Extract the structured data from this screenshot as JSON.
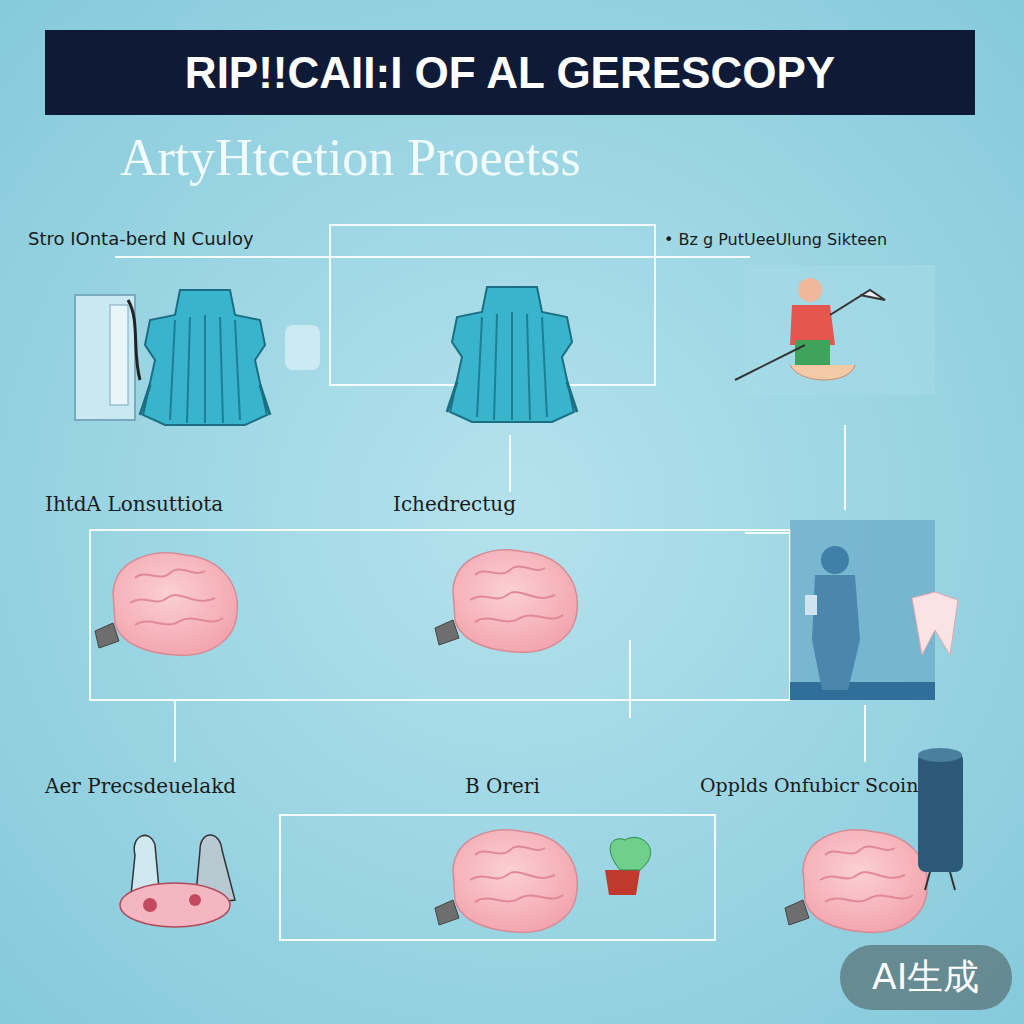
{
  "diagram": {
    "title": "RIP!!CAII:I OF AL GERESCOPY",
    "labels": [
      "ArtyHtcetion Proeetss",
      "Stro IOnta-berd N Cuuloy",
      "• Bz g PutUeeUlung Sikteen",
      "IhtdA Lonsuttiota",
      "Ichedrectug",
      "Aer Precsdeuelakd",
      "B Oreri",
      "Opplds Onfubicr Scoin",
      "AI生成"
    ]
  }
}
